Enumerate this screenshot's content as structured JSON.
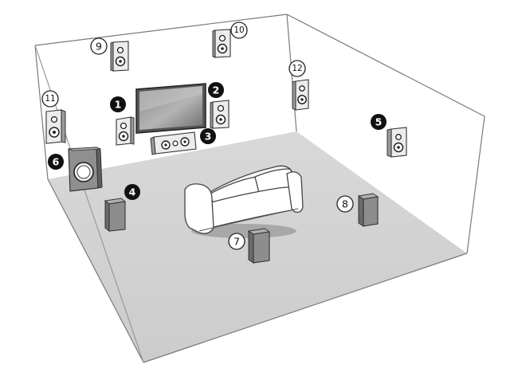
{
  "colors": {
    "floor": "#d3d3d3",
    "wall_line": "#7a7a7a",
    "speaker_dark": "#6f6f6f",
    "speaker_mid": "#9a9a9a",
    "speaker_light": "#e6e6e6",
    "badge_filled": "#111111",
    "badge_outline": "#222222"
  },
  "labels": {
    "front_left": "1",
    "front_right": "2",
    "center": "3",
    "surround_left": "4",
    "surround_right": "5",
    "subwoofer": "6",
    "surround_back_left": "7",
    "surround_back_right": "8",
    "front_high_left": "9",
    "front_high_right": "10",
    "front_wide_left": "11",
    "front_wide_right": "12"
  }
}
